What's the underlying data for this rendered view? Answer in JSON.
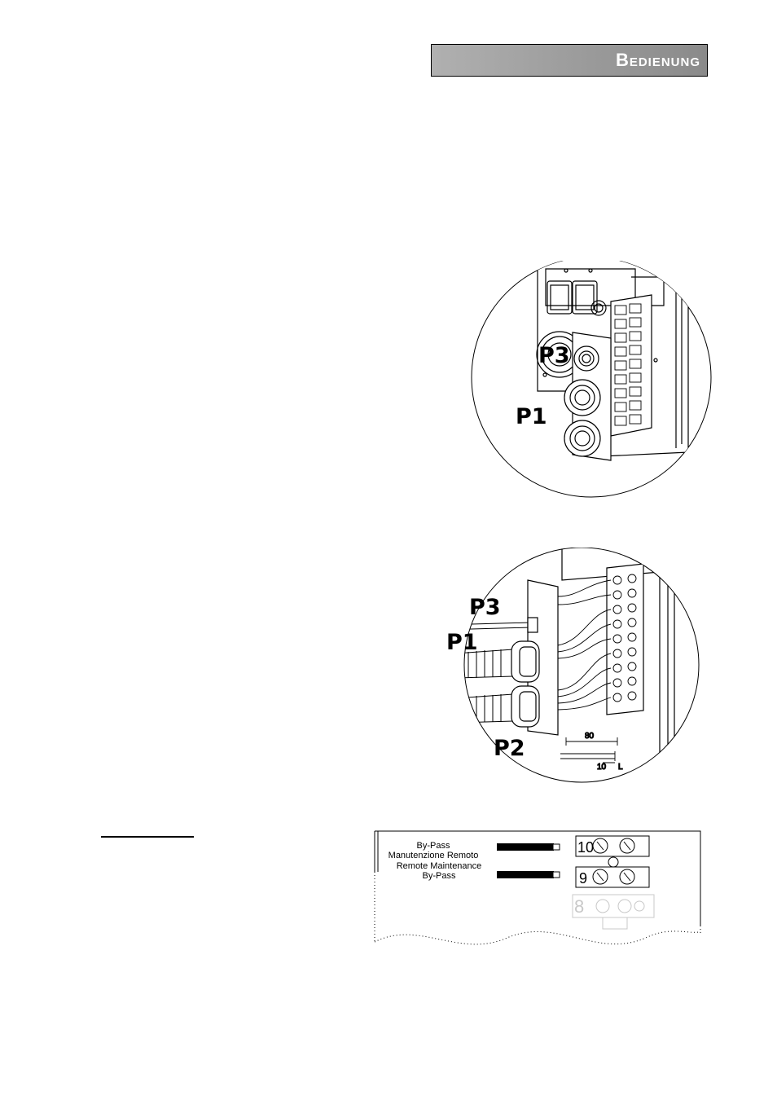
{
  "header": {
    "title": "Bedienung"
  },
  "figure1": {
    "labels": {
      "p3": "P3",
      "p1": "P1"
    }
  },
  "figure2": {
    "labels": {
      "p3": "P3",
      "p1": "P1",
      "p2": "P2"
    },
    "dimensions": {
      "length": "80",
      "strip": "10",
      "unit_mark": "L"
    }
  },
  "terminal_panel": {
    "row1": {
      "line1": "By-Pass",
      "line2": "Manutenzione Remoto",
      "number": "10"
    },
    "row2": {
      "line1": "Remote Maintenance",
      "line2": "By-Pass",
      "number": "9"
    },
    "row3": {
      "number": "8"
    }
  }
}
